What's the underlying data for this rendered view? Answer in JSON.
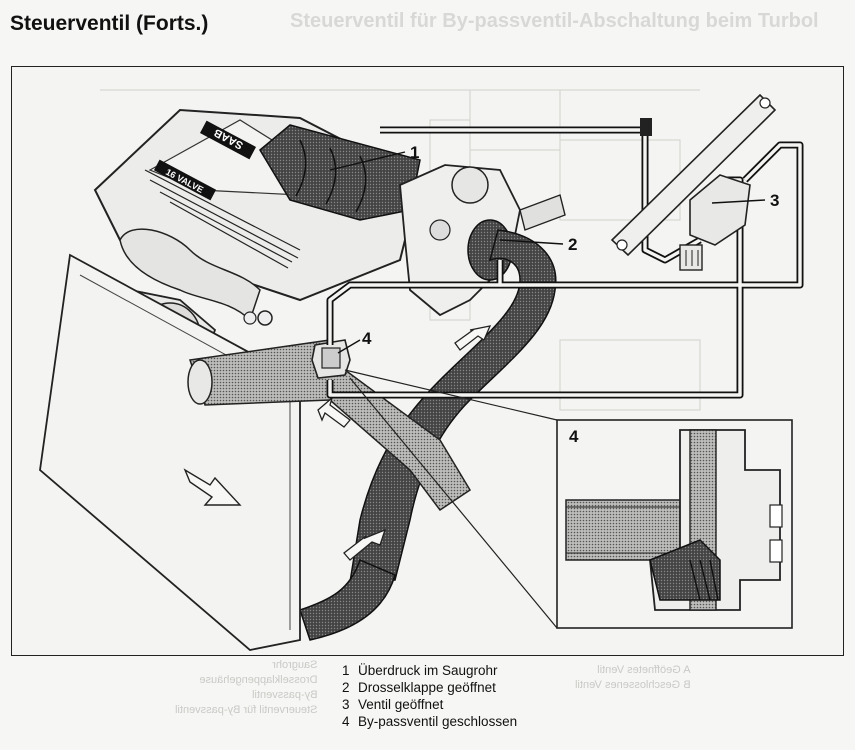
{
  "page": {
    "title": "Steuerventil (Forts.)",
    "ghost_title": "Steuerventil für By-passventil-Abschaltung beim Turbol"
  },
  "diagram": {
    "engine_label_brand": "SAAB",
    "engine_label_valve": "16 VALVE",
    "callouts": [
      "1",
      "2",
      "3",
      "4"
    ],
    "detail_label": "4"
  },
  "legend": {
    "items": [
      {
        "num": "1",
        "text": "Überdruck im Saugrohr"
      },
      {
        "num": "2",
        "text": "Drosselklappe geöffnet"
      },
      {
        "num": "3",
        "text": "Ventil geöffnet"
      },
      {
        "num": "4",
        "text": "By-passventil geschlossen"
      }
    ]
  },
  "ghost_text": {
    "right": [
      "A Geöffnetes Ventil",
      "B Geschlossenes Ventil"
    ],
    "left": [
      "Saugrohr",
      "Drosselklappengehäuse",
      "By-passventil",
      "Steuerventil für By-passventil"
    ]
  }
}
